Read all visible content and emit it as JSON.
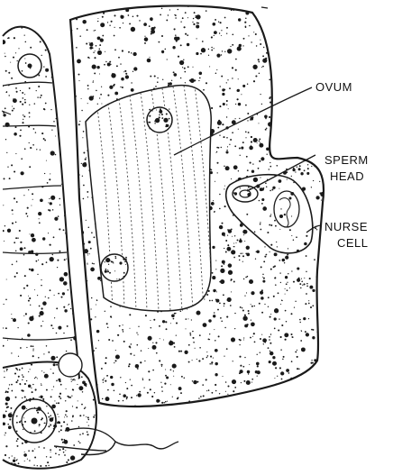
{
  "labels": {
    "ovum": "OVUM",
    "sperm_head_line1": "SPERM",
    "sperm_head_line2": "HEAD",
    "nurse_cell_line1": "NURSE",
    "nurse_cell_line2": "CELL"
  },
  "colors": {
    "ink": "#1a1a1a",
    "paper": "#ffffff"
  }
}
